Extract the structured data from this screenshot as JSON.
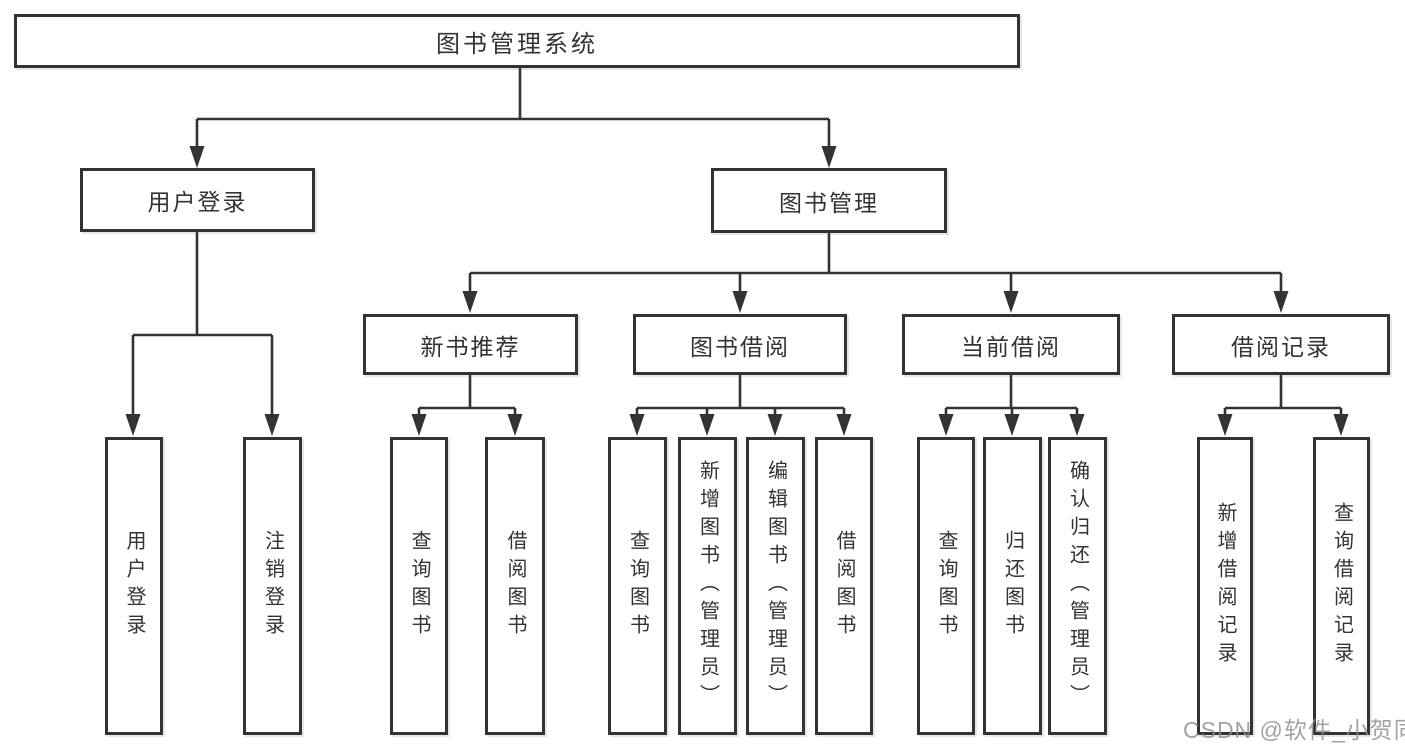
{
  "diagram": {
    "root": {
      "label": "图书管理系统"
    },
    "branches": [
      {
        "label": "用户登录",
        "children": [
          {
            "label": "用户登录"
          },
          {
            "label": "注销登录"
          }
        ]
      },
      {
        "label": "图书管理",
        "children": [
          {
            "label": "新书推荐",
            "children": [
              {
                "label": "查询图书"
              },
              {
                "label": "借阅图书"
              }
            ]
          },
          {
            "label": "图书借阅",
            "children": [
              {
                "label": "查询图书"
              },
              {
                "label": "新增图书（管理员）"
              },
              {
                "label": "编辑图书（管理员）"
              },
              {
                "label": "借阅图书"
              }
            ]
          },
          {
            "label": "当前借阅",
            "children": [
              {
                "label": "查询图书"
              },
              {
                "label": "归还图书"
              },
              {
                "label": "确认归还（管理员）"
              }
            ]
          },
          {
            "label": "借阅记录",
            "children": [
              {
                "label": "新增借阅记录"
              },
              {
                "label": "查询借阅记录"
              }
            ]
          }
        ]
      }
    ],
    "watermark": "CSDN @软件_小贺同学",
    "colors": {
      "line": "#333333",
      "text": "#333333",
      "watermark": "#8e8e8e",
      "background": "#ffffff"
    }
  }
}
